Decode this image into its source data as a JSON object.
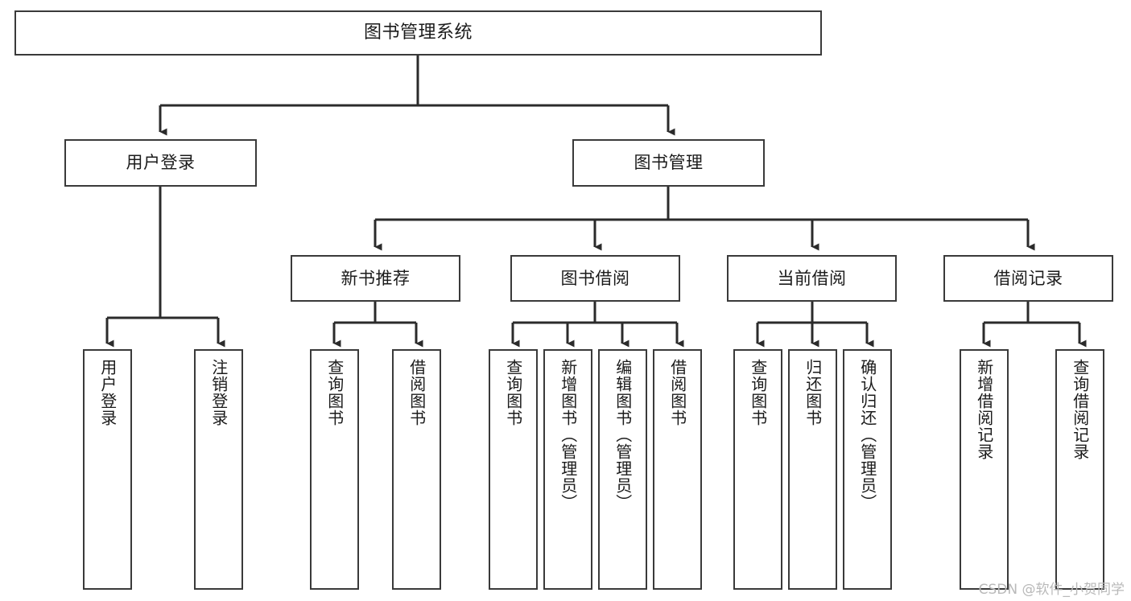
{
  "diagram": {
    "title": "图书管理系统",
    "type": "tree-hierarchy-chart",
    "watermark": "CSDN @软件_小贺同学",
    "colors": {
      "background": "#ffffff",
      "box_border": "#3a3a3a",
      "box_fill": "#ffffff",
      "connector": "#2b2b2b",
      "text": "#1b1b1b",
      "watermark": "#b9b9b9"
    },
    "root": {
      "label": "图书管理系统"
    },
    "level1": [
      {
        "label": "用户登录"
      },
      {
        "label": "图书管理"
      }
    ],
    "level2": [
      {
        "label": "新书推荐"
      },
      {
        "label": "图书借阅"
      },
      {
        "label": "当前借阅"
      },
      {
        "label": "借阅记录"
      }
    ],
    "leaves": {
      "user_login": [
        {
          "label": "用户登录"
        },
        {
          "label": "注销登录"
        }
      ],
      "new_book_recommend": [
        {
          "label": "查询图书"
        },
        {
          "label": "借阅图书"
        }
      ],
      "book_borrow": [
        {
          "label": "查询图书"
        },
        {
          "label": "新增图书（管理员）"
        },
        {
          "label": "编辑图书（管理员）"
        },
        {
          "label": "借阅图书"
        }
      ],
      "current_borrow": [
        {
          "label": "查询图书"
        },
        {
          "label": "归还图书"
        },
        {
          "label": "确认归还（管理员）"
        }
      ],
      "borrow_record": [
        {
          "label": "新增借阅记录"
        },
        {
          "label": "查询借阅记录"
        }
      ]
    }
  }
}
